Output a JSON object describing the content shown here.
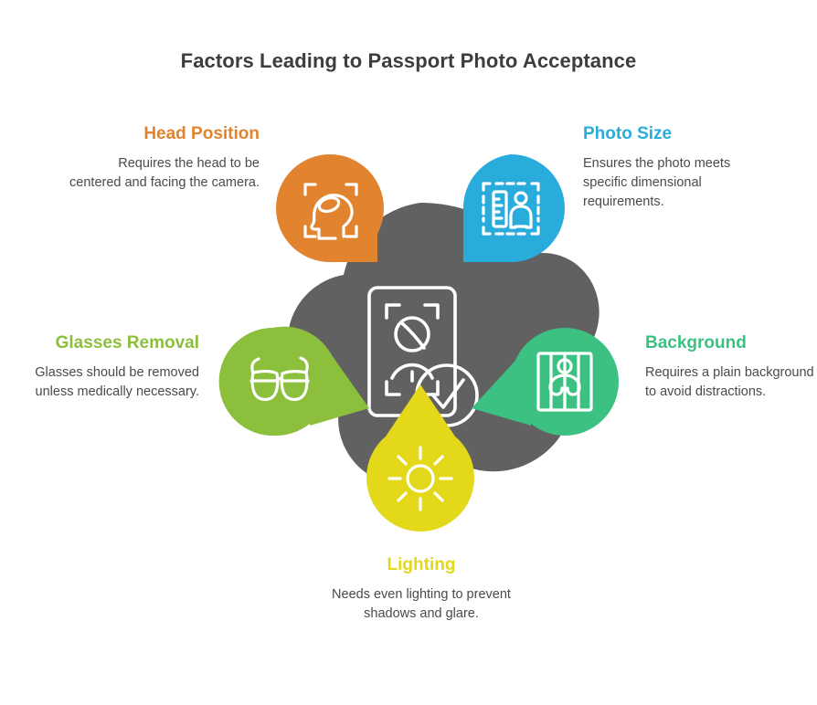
{
  "page": {
    "title": "Factors Leading to Passport Photo Acceptance",
    "background_color": "#ffffff",
    "title_color": "#3d3d3d"
  },
  "center": {
    "hub_color": "#616161",
    "icon_name": "passport-photo-approved-icon",
    "icon_color": "#ffffff"
  },
  "factors": [
    {
      "id": "head-position",
      "heading": "Head Position",
      "description": "Requires the head to be centered and facing the camera.",
      "color": "#E2832F",
      "icon": "head-in-frame-icon",
      "align": "right"
    },
    {
      "id": "photo-size",
      "heading": "Photo Size",
      "description": "Ensures the photo meets specific dimensional requirements.",
      "color": "#29ABDC",
      "icon": "ruler-person-measure-icon",
      "align": "left"
    },
    {
      "id": "glasses-removal",
      "heading": "Glasses Removal",
      "description": "Glasses should be removed unless medically necessary.",
      "color": "#8CC03C",
      "icon": "eyeglasses-icon",
      "align": "right"
    },
    {
      "id": "background",
      "heading": "Background",
      "description": "Requires a plain background to avoid distractions.",
      "color": "#3CC183",
      "icon": "person-striped-background-icon",
      "align": "left"
    },
    {
      "id": "lighting",
      "heading": "Lighting",
      "description": "Needs even lighting to prevent shadows and glare.",
      "color": "#E3D81A",
      "icon": "sun-icon",
      "align": "center"
    }
  ]
}
